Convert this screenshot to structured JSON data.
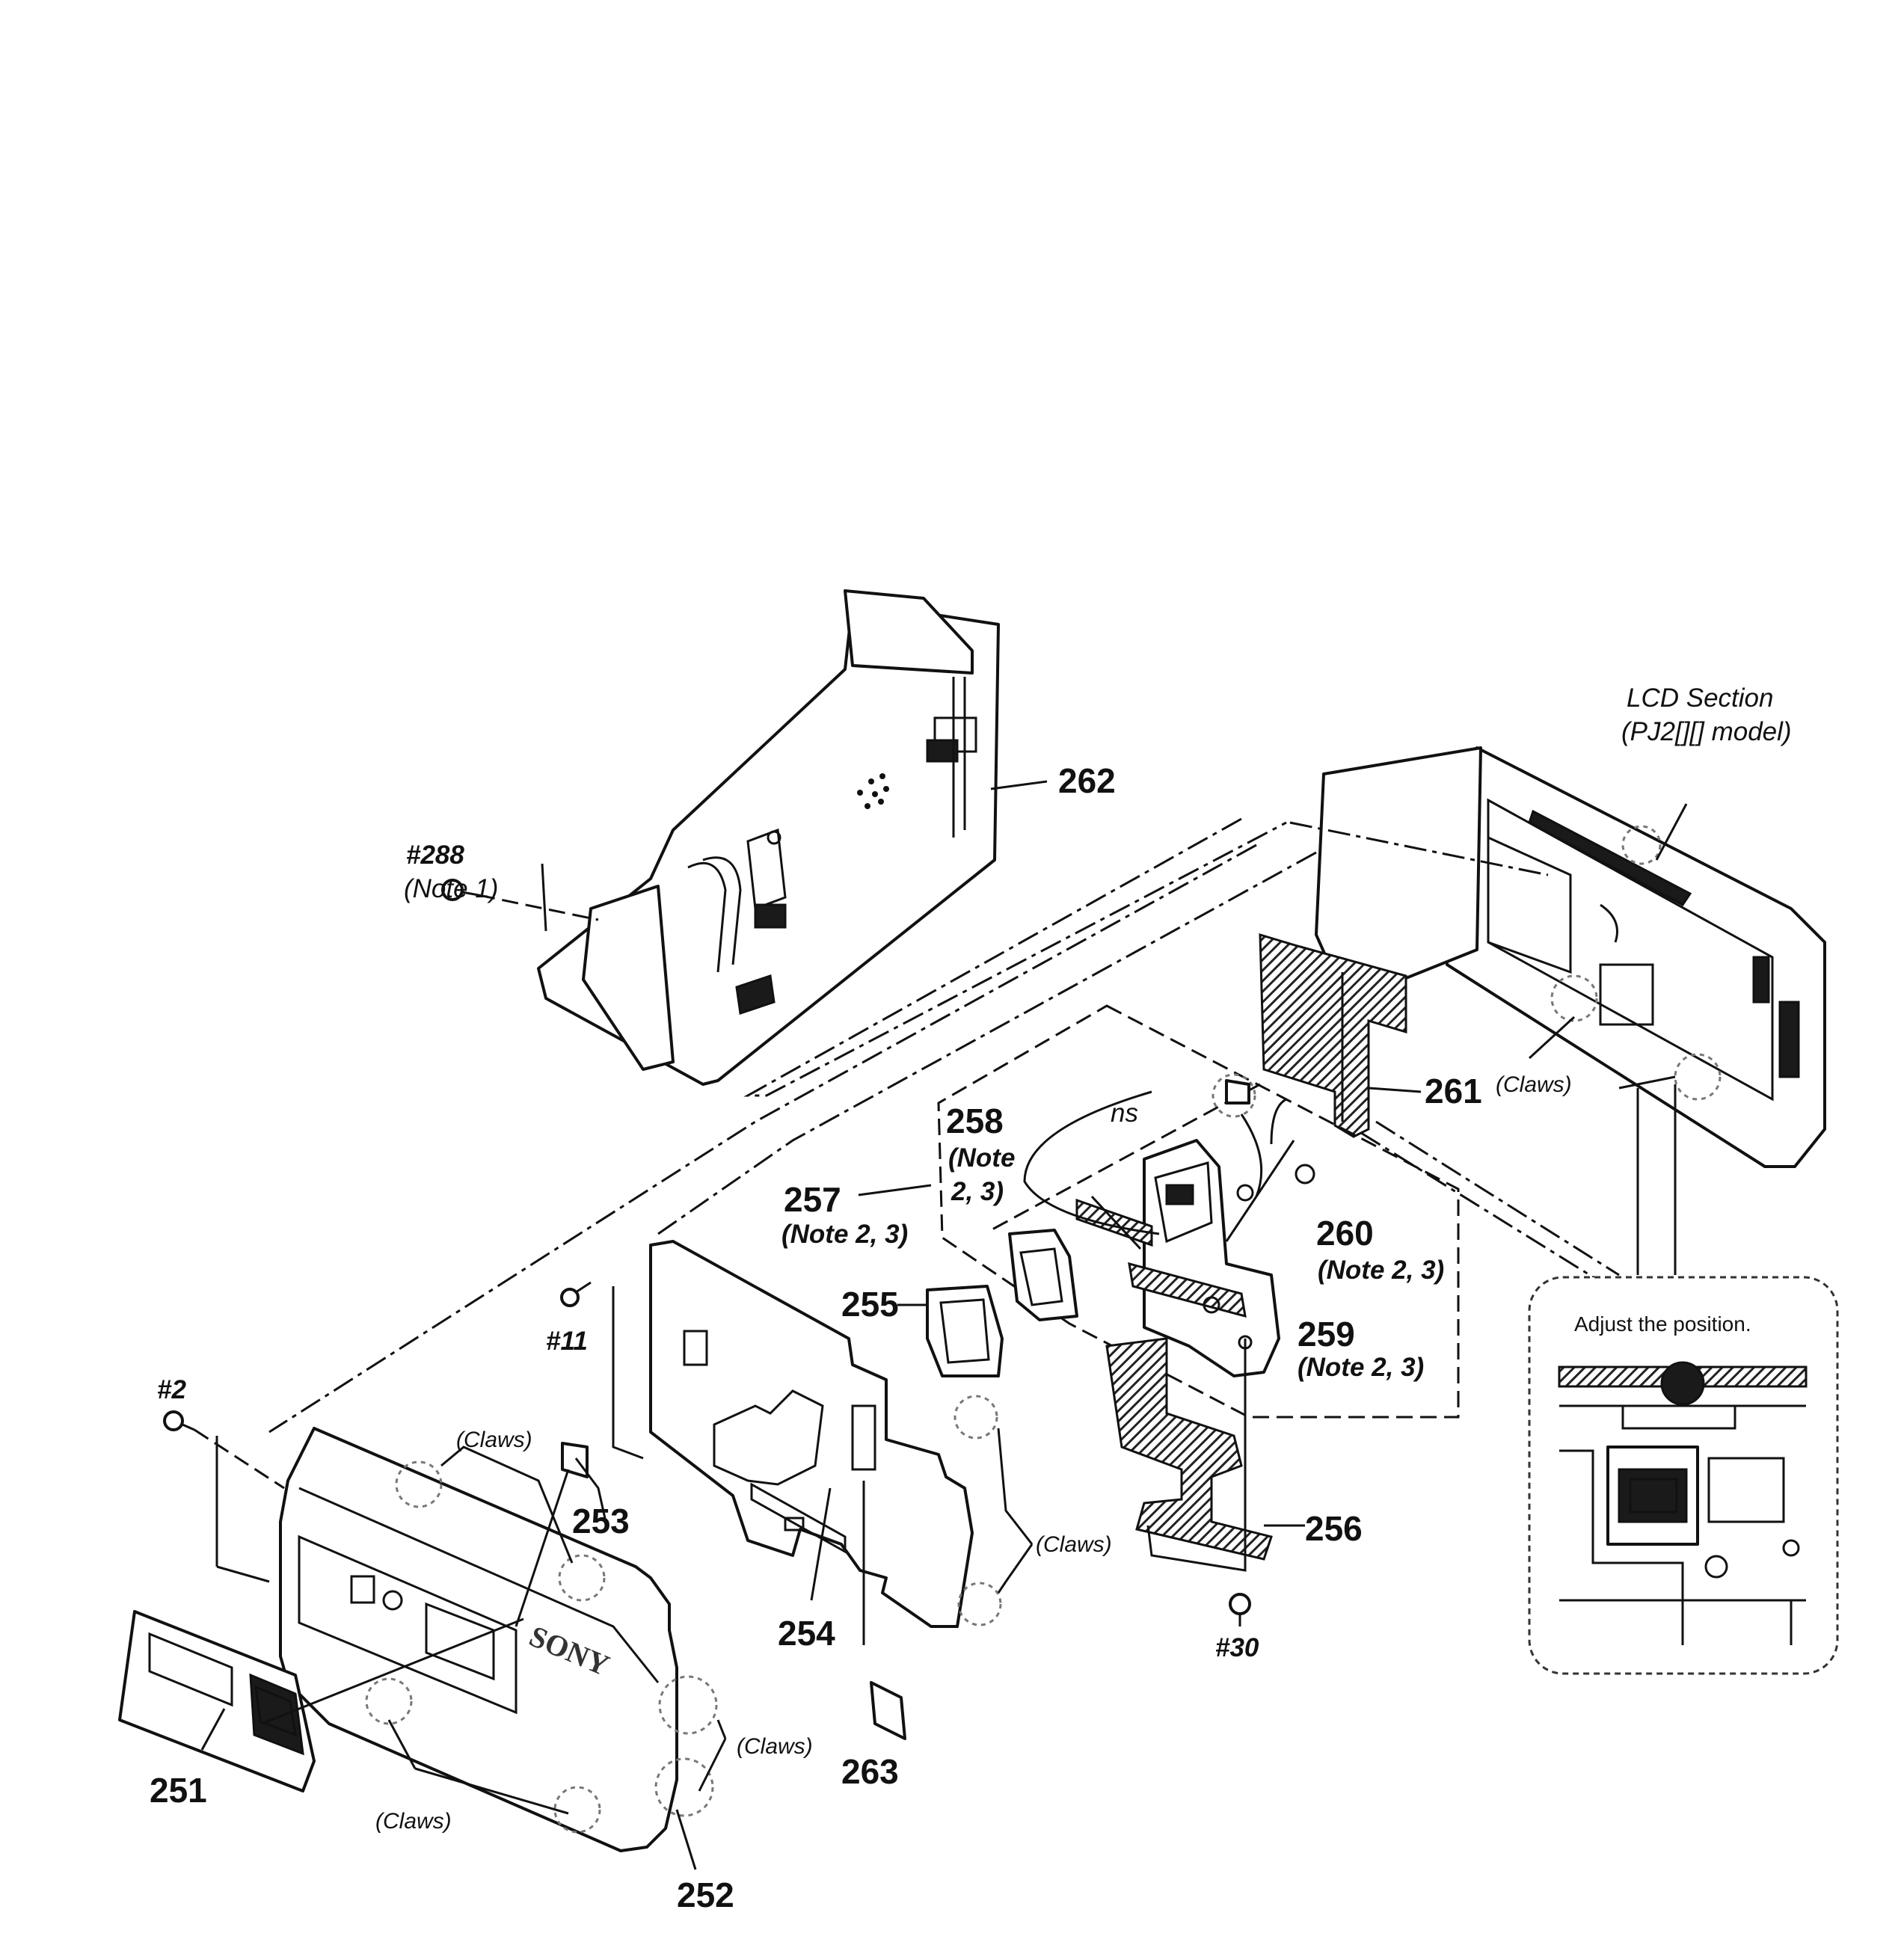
{
  "section": {
    "title_line1": "LCD Section",
    "title_line2": "(PJ2[][] model)"
  },
  "callouts": {
    "p251": "251",
    "p252": "252",
    "p253": "253",
    "p254": "254",
    "p255": "255",
    "p256": "256",
    "p257": "257",
    "p258": "258",
    "p259": "259",
    "p260": "260",
    "p261": "261",
    "p262": "262",
    "p263": "263"
  },
  "screws": {
    "s288": "#288",
    "s11": "#11",
    "s2": "#2",
    "s30": "#30"
  },
  "notes": {
    "n1": "(Note 1)",
    "n257": "(Note 2, 3)",
    "n258_a": "(Note",
    "n258_b": "2, 3)",
    "n259": "(Note 2, 3)",
    "n260": "(Note 2, 3)",
    "ns": "ns"
  },
  "claws_labels": {
    "c_top": "(Claws)",
    "c_right_cover": "(Claws)",
    "c_bottom": "(Claws)",
    "c_frame": "(Claws)",
    "c_lcd": "(Claws)"
  },
  "inset": {
    "caption": "Adjust the position."
  },
  "logo": "SONY",
  "colors": {
    "ink": "#111111",
    "paper": "#ffffff"
  }
}
